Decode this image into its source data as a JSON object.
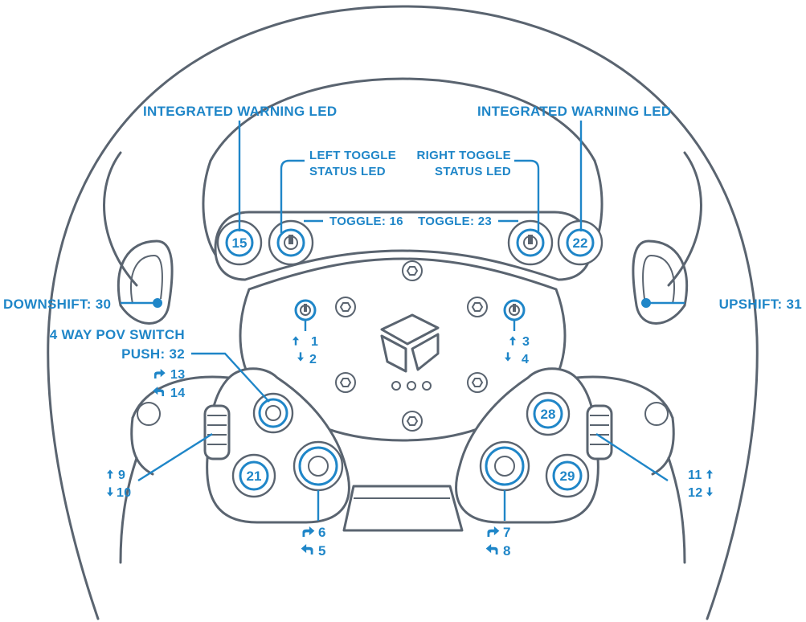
{
  "labels": {
    "integrated_warning_led_left": "INTEGRATED WARNING LED",
    "integrated_warning_led_right": "INTEGRATED WARNING LED",
    "left_toggle_status_led_line1": "LEFT TOGGLE",
    "left_toggle_status_led_line2": "STATUS LED",
    "right_toggle_status_led_line1": "RIGHT TOGGLE",
    "right_toggle_status_led_line2": "STATUS LED",
    "toggle_left": "TOGGLE: 16",
    "toggle_right": "TOGGLE: 23",
    "downshift": "DOWNSHIFT: 30",
    "upshift": "UPSHIFT: 31",
    "pov_switch": "4 WAY POV SWITCH",
    "pov_push": "PUSH: 32",
    "pov_cw": "13",
    "pov_ccw": "14",
    "left_switch_up": "1",
    "left_switch_down": "2",
    "right_switch_up": "3",
    "right_switch_down": "4",
    "left_rotary_cw": "6",
    "left_rotary_ccw": "5",
    "right_rotary_cw": "7",
    "right_rotary_ccw": "8",
    "left_thumbwheel_up": "9",
    "left_thumbwheel_down": "10",
    "right_thumbwheel_up": "11",
    "right_thumbwheel_down": "12"
  },
  "buttons": {
    "b15": "15",
    "b22": "22",
    "b21": "21",
    "b28": "28",
    "b29": "29"
  },
  "colors": {
    "accent": "#1f86c8",
    "outline": "#5a6470"
  }
}
